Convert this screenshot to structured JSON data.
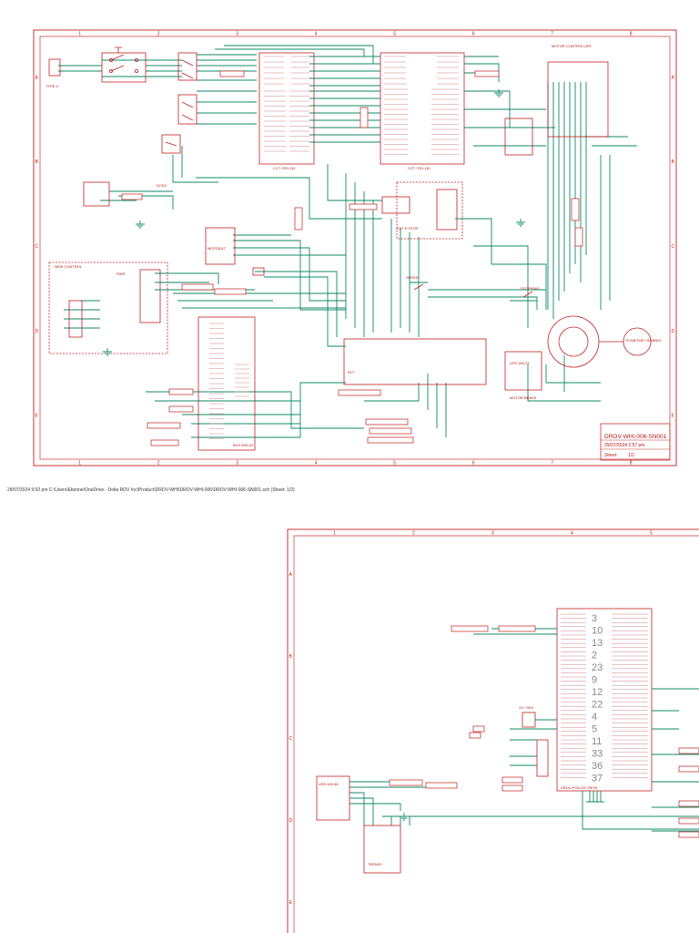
{
  "sheet1": {
    "col_labels": [
      "1",
      "2",
      "3",
      "4",
      "5",
      "6",
      "7",
      "8"
    ],
    "row_labels": [
      "A",
      "B",
      "C",
      "D",
      "E"
    ],
    "title_block": {
      "name": "DROV-WHI-006-SN001",
      "date": "29/07/2024 2:57 pm",
      "sheet_label": "Sheet:",
      "sheet_value": "1/2"
    },
    "labels": {
      "motor_controller": "MOTOR CONTROLLER",
      "ms4": "MOTOR BRAKE",
      "estop": "EXT E-STOP",
      "new_control": "NEW CONTROL",
      "speed": "SPEED",
      "stopping": "STOPPING",
      "planetary": "PLANETARY GEARBOX",
      "bch_relay": "BCH RELAY",
      "c1_ext": "C1T / RO-110",
      "c2_ext": "C2T / RO-110",
      "lrs": "LRS-150-24",
      "rly": "RLY",
      "dcdc": "DCDC",
      "mcp": "MCP23017",
      "conn_pwr": "PWR",
      "typec": "TYPE-C"
    }
  },
  "footer": "29/07/2024 9:02 pm  C:\\Users\\Etienne\\OneDrive - Delta ROV Inc\\Product\\DROV-WHI\\DROV-WHI-006\\DROV-WHI-006-SN001.sch (Sheet: 1/2)",
  "sheet2": {
    "col_labels": [
      "1",
      "2",
      "3",
      "4",
      "5"
    ],
    "row_labels": [
      "A",
      "B",
      "C",
      "D",
      "E"
    ],
    "labels": {
      "lrs": "LRS-150-48",
      "teensy": "TEENSY",
      "mainboard": "DROV-PCB-007 REV5",
      "x1": "X1 / SK6"
    },
    "pin_numbers": [
      "3",
      "10",
      "13",
      "2",
      "23",
      "9",
      "12",
      "22",
      "4",
      "5",
      "11",
      "33",
      "36",
      "37"
    ]
  },
  "colors": {
    "frame": "#cc3333",
    "wire": "#118866",
    "part": "#c02020",
    "text": "#b01818"
  }
}
